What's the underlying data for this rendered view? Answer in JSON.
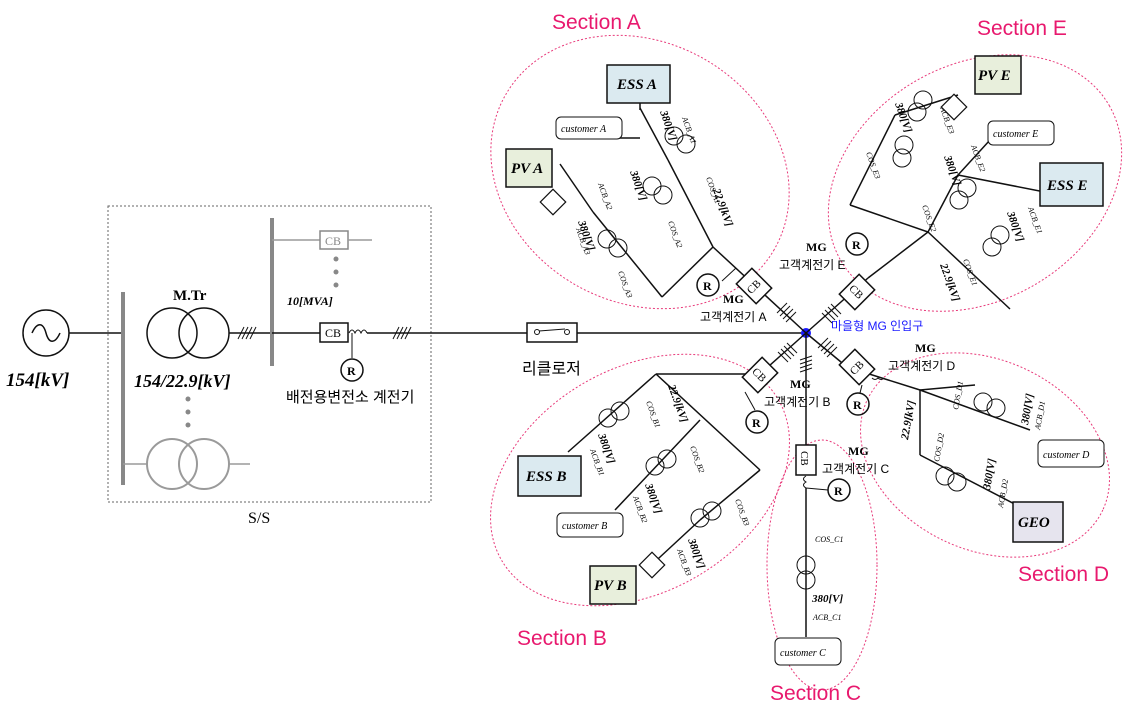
{
  "sections": {
    "a": "Section A",
    "b": "Section B",
    "c": "Section C",
    "d": "Section D",
    "e": "Section E"
  },
  "source": {
    "voltage": "154[kV]"
  },
  "substation": {
    "label": "S/S",
    "transformer_name": "M.Tr",
    "transformer_ratio": "154/22.9[kV]",
    "capacity": "10[MVA]",
    "cb": "CB",
    "relay": "R",
    "relay_caption": "배전용변전소 계전기"
  },
  "recloser": {
    "label": "리클로저"
  },
  "poi": {
    "label": "마을형 MG 인입구",
    "color": "#1a1aff"
  },
  "relays": {
    "a_line1": "MG",
    "a_line2": "고객계전기 A",
    "b_line1": "MG",
    "b_line2": "고객계전기 B",
    "c_line1": "MG",
    "c_line2": "고객계전기 C",
    "d_line1": "MG",
    "d_line2": "고객계전기 D",
    "e_line1": "MG",
    "e_line2": "고객계전기 E"
  },
  "units": {
    "ess_a": "ESS A",
    "pv_a": "PV A",
    "customer_a": "customer A",
    "ess_b": "ESS B",
    "pv_b": "PV B",
    "customer_b": "customer B",
    "customer_c": "customer C",
    "geo": "GEO",
    "customer_d": "customer D",
    "ess_e": "ESS E",
    "pv_e": "PV E",
    "customer_e": "customer E"
  },
  "voltages": {
    "mv": "22.9[kV]",
    "lv": "380[V]"
  },
  "switch_labels": {
    "cos_a1": "COS_A1",
    "cos_a2": "COS_A2",
    "cos_a3": "COS_A3",
    "acb_a1": "ACB_A1",
    "acb_a2": "ACB_A2",
    "acb_a3": "ACB_A3",
    "cos_b1": "COS_B1",
    "cos_b2": "COS_B2",
    "cos_b3": "COS_B3",
    "acb_b1": "ACB_B1",
    "acb_b2": "ACB_B2",
    "acb_b3": "ACB_B3",
    "cos_c1": "COS_C1",
    "acb_c1": "ACB_C1",
    "cos_d1": "COS_D1",
    "cos_d2": "COS_D2",
    "acb_d1": "ACB_D1",
    "acb_d2": "ACB_D2",
    "cos_e1": "COS_E1",
    "cos_e2": "COS_E2",
    "cos_e3": "COS_E3",
    "acb_e1": "ACB_E1",
    "acb_e2": "ACB_E2",
    "acb_e3": "ACB_E3"
  },
  "colors": {
    "section": "#e8196e",
    "ess_fill": "#dbeaf0",
    "pv_fill": "#e8efdc",
    "geo_fill": "#e6e4ee"
  }
}
